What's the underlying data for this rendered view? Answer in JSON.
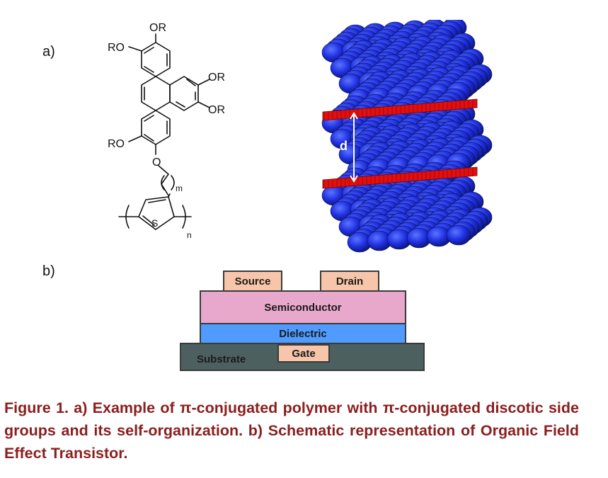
{
  "panel_labels": {
    "a": "a)",
    "b": "b)"
  },
  "structure": {
    "substituent": "RO",
    "substituent_right": "OR",
    "ether_oxygen": "O",
    "sulfur": "S",
    "subscript_m": "m",
    "subscript_n": "n"
  },
  "stack": {
    "spacing_label": "d",
    "column_color": "#1f2fe0",
    "lamella_color": "#e01010"
  },
  "transistor": {
    "source": "Source",
    "drain": "Drain",
    "semiconductor": "Semiconductor",
    "dielectric": "Dielectric",
    "substrate": "Substrate",
    "gate": "Gate",
    "colors": {
      "electrode": "#f7c6aa",
      "semiconductor": "#e8a8cc",
      "dielectric": "#4f9bff",
      "substrate": "#4d6060",
      "gate": "#f7c6aa"
    }
  },
  "caption": "Figure 1. a) Example of π-conjugated polymer with π-conjugated discotic side groups and its self-organization. b) Schematic representation of Organic Field Effect Transistor."
}
